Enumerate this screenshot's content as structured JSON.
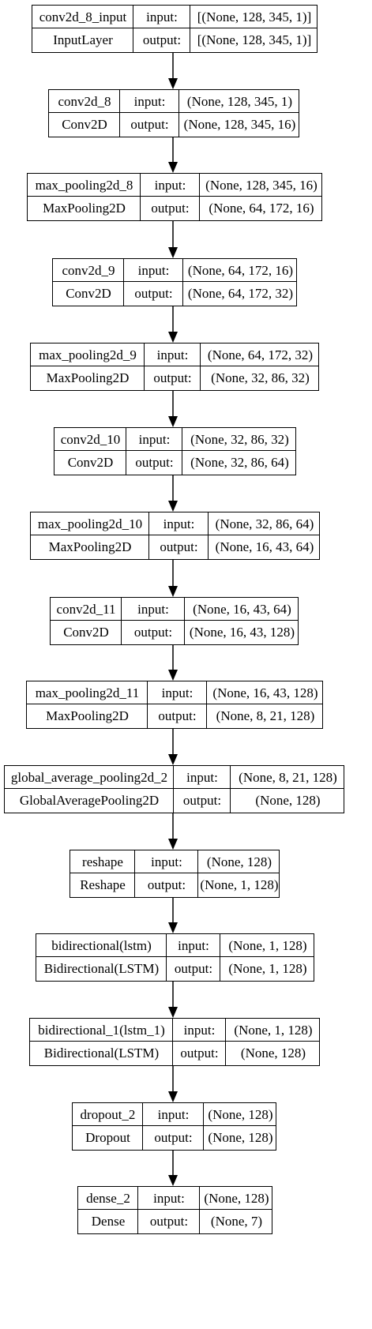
{
  "diagram": {
    "type": "model-plot",
    "labels": {
      "input": "input:",
      "output": "output:"
    },
    "layers": [
      {
        "name": "conv2d_8_input",
        "type": "InputLayer",
        "input_shape": "[(None, 128, 345, 1)]",
        "output_shape": "[(None, 128, 345, 1)]"
      },
      {
        "name": "conv2d_8",
        "type": "Conv2D",
        "input_shape": "(None, 128, 345, 1)",
        "output_shape": "(None, 128, 345, 16)"
      },
      {
        "name": "max_pooling2d_8",
        "type": "MaxPooling2D",
        "input_shape": "(None, 128, 345, 16)",
        "output_shape": "(None, 64, 172, 16)"
      },
      {
        "name": "conv2d_9",
        "type": "Conv2D",
        "input_shape": "(None, 64, 172, 16)",
        "output_shape": "(None, 64, 172, 32)"
      },
      {
        "name": "max_pooling2d_9",
        "type": "MaxPooling2D",
        "input_shape": "(None, 64, 172, 32)",
        "output_shape": "(None, 32, 86, 32)"
      },
      {
        "name": "conv2d_10",
        "type": "Conv2D",
        "input_shape": "(None, 32, 86, 32)",
        "output_shape": "(None, 32, 86, 64)"
      },
      {
        "name": "max_pooling2d_10",
        "type": "MaxPooling2D",
        "input_shape": "(None, 32, 86, 64)",
        "output_shape": "(None, 16, 43, 64)"
      },
      {
        "name": "conv2d_11",
        "type": "Conv2D",
        "input_shape": "(None, 16, 43, 64)",
        "output_shape": "(None, 16, 43, 128)"
      },
      {
        "name": "max_pooling2d_11",
        "type": "MaxPooling2D",
        "input_shape": "(None, 16, 43, 128)",
        "output_shape": "(None, 8, 21, 128)"
      },
      {
        "name": "global_average_pooling2d_2",
        "type": "GlobalAveragePooling2D",
        "input_shape": "(None, 8, 21, 128)",
        "output_shape": "(None, 128)"
      },
      {
        "name": "reshape",
        "type": "Reshape",
        "input_shape": "(None, 128)",
        "output_shape": "(None, 1, 128)"
      },
      {
        "name": "bidirectional(lstm)",
        "type": "Bidirectional(LSTM)",
        "input_shape": "(None, 1, 128)",
        "output_shape": "(None, 1, 128)"
      },
      {
        "name": "bidirectional_1(lstm_1)",
        "type": "Bidirectional(LSTM)",
        "input_shape": "(None, 1, 128)",
        "output_shape": "(None, 128)"
      },
      {
        "name": "dropout_2",
        "type": "Dropout",
        "input_shape": "(None, 128)",
        "output_shape": "(None, 128)"
      },
      {
        "name": "dense_2",
        "type": "Dense",
        "input_shape": "(None, 128)",
        "output_shape": "(None, 7)"
      }
    ]
  }
}
